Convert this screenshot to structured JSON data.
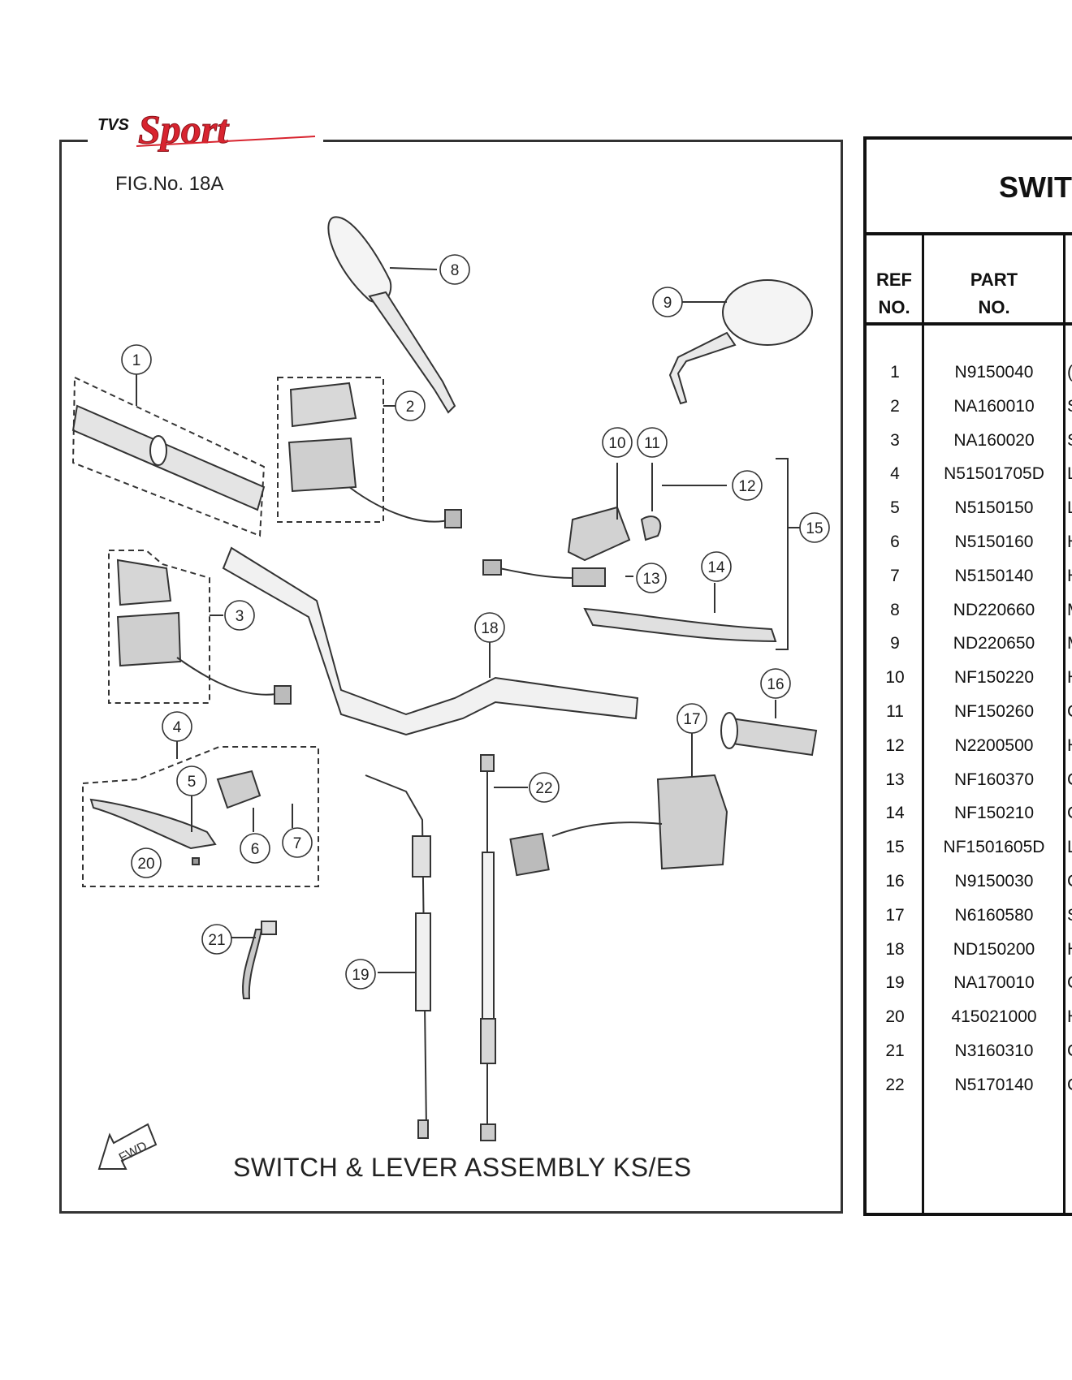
{
  "brand": {
    "logo_small": "TVS",
    "logo_script": "Sport"
  },
  "figure": {
    "number": "FIG.No. 18A",
    "title": "SWITCH & LEVER ASSEMBLY KS/ES",
    "fwd_label": "FWD",
    "callouts": [
      "1",
      "2",
      "3",
      "4",
      "5",
      "6",
      "7",
      "8",
      "9",
      "10",
      "11",
      "12",
      "13",
      "14",
      "15",
      "16",
      "17",
      "18",
      "19",
      "20",
      "21",
      "22"
    ]
  },
  "table": {
    "title": "SWIT",
    "headers": {
      "ref_line1": "REF",
      "ref_line2": "NO.",
      "part_line1": "PART",
      "part_line2": "NO."
    },
    "rows": [
      {
        "ref": "1",
        "part": "N9150040",
        "desc": "("
      },
      {
        "ref": "2",
        "part": "NA160010",
        "desc": "S"
      },
      {
        "ref": "3",
        "part": "NA160020",
        "desc": "S"
      },
      {
        "ref": "4",
        "part": "N51501705D",
        "desc": "L"
      },
      {
        "ref": "5",
        "part": "N5150150",
        "desc": "L"
      },
      {
        "ref": "6",
        "part": "N5150160",
        "desc": "H"
      },
      {
        "ref": "7",
        "part": "N5150140",
        "desc": "H"
      },
      {
        "ref": "8",
        "part": "ND220660",
        "desc": "M"
      },
      {
        "ref": "9",
        "part": "ND220650",
        "desc": "M"
      },
      {
        "ref": "10",
        "part": "NF150220",
        "desc": "H"
      },
      {
        "ref": "11",
        "part": "NF150260",
        "desc": "C"
      },
      {
        "ref": "12",
        "part": "N2200500",
        "desc": "H"
      },
      {
        "ref": "13",
        "part": "NF160370",
        "desc": "C"
      },
      {
        "ref": "14",
        "part": "NF150210",
        "desc": "C"
      },
      {
        "ref": "15",
        "part": "NF1501605D",
        "desc": "L"
      },
      {
        "ref": "16",
        "part": "N9150030",
        "desc": "C"
      },
      {
        "ref": "17",
        "part": "N6160580",
        "desc": "S"
      },
      {
        "ref": "18",
        "part": "ND150200",
        "desc": "H"
      },
      {
        "ref": "19",
        "part": "NA170010",
        "desc": "C"
      },
      {
        "ref": "20",
        "part": "415021000",
        "desc": "H"
      },
      {
        "ref": "21",
        "part": "N3160310",
        "desc": "C"
      },
      {
        "ref": "22",
        "part": "N5170140",
        "desc": "C"
      }
    ]
  }
}
